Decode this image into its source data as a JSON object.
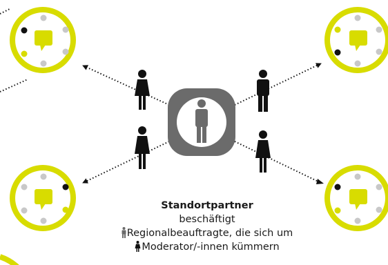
{
  "colors": {
    "accent": "#d8dc00",
    "gray": "#c8c8c8",
    "dark_gray": "#6b6b6b",
    "black": "#111111",
    "white": "#ffffff"
  },
  "icons": {
    "center": "person-icon",
    "hubs": "speech-bubble-icon",
    "moderator_female": "female-person-icon",
    "moderator_male": "male-person-icon"
  },
  "caption": {
    "title": "Standortpartner",
    "line1": "beschäftigt",
    "line2": "Regionalbeauftragte, die sich um",
    "line3": "Moderator/-innen kümmern"
  }
}
